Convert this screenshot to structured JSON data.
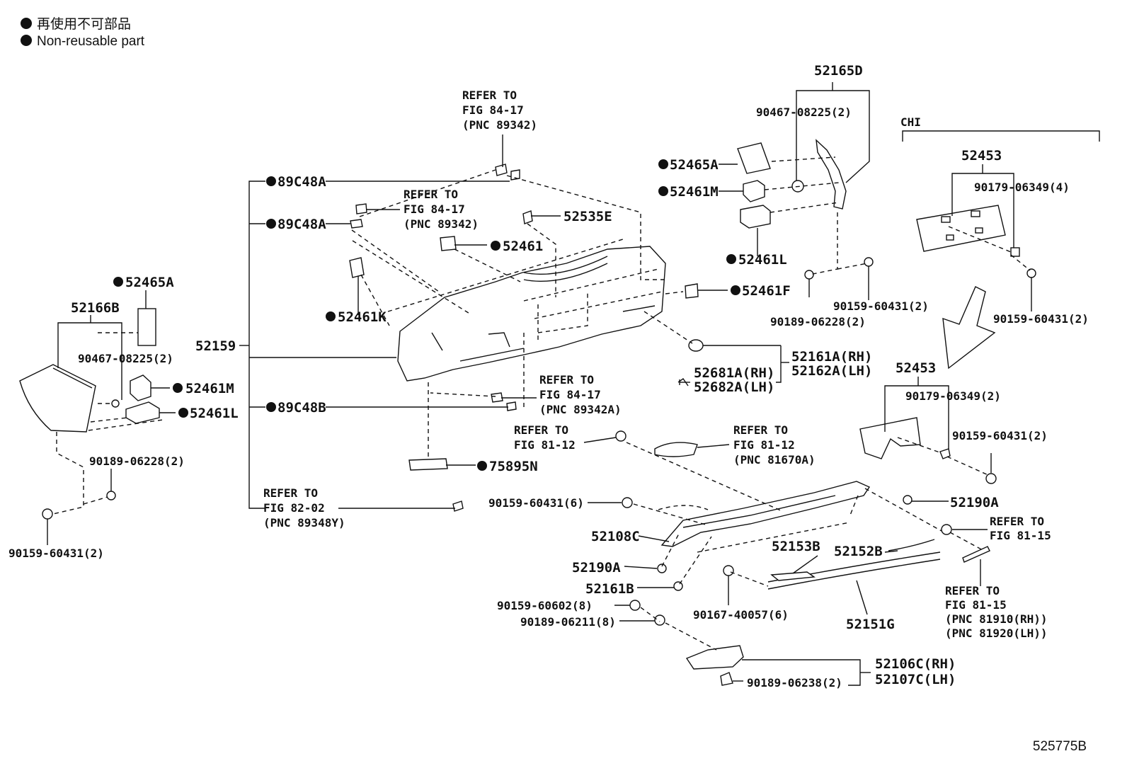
{
  "legend": {
    "jp": "再使用不可部品",
    "en": "Non-reusable part"
  },
  "footer_id": "525775B",
  "labels": {
    "l_52165D": "52165D",
    "l_90467_08225_2_top": "90467-08225(2)",
    "l_52465A_top": "52465A",
    "l_52461M_top": "52461M",
    "l_52461L_top": "52461L",
    "l_90159_60431_2_mid": "90159-60431(2)",
    "l_90189_06228_2_mid": "90189-06228(2)",
    "l_52461F": "52461F",
    "l_52161A_RH": "52161A(RH)",
    "l_52162A_LH": "52162A(LH)",
    "l_52681A_RH": "52681A(RH)",
    "l_52682A_LH": "52682A(LH)",
    "l_CHI": "CHI",
    "l_52453_top": "52453",
    "l_90179_06349_4": "90179-06349(4)",
    "l_90159_60431_2_right": "90159-60431(2)",
    "l_52453_bot": "52453",
    "l_90179_06349_2": "90179-06349(2)",
    "l_90159_60431_2_right2": "90159-60431(2)",
    "l_52190A_right": "52190A",
    "l_refer_8115_a1": "REFER TO",
    "l_refer_8115_a2": "FIG 81-15",
    "l_refer_8115_b1": "REFER TO",
    "l_refer_8115_b2": "FIG 81-15",
    "l_refer_8115_b3": "(PNC 81910(RH))",
    "l_refer_8115_b4": "(PNC 81920(LH))",
    "l_refer_top1": "REFER TO",
    "l_refer_top2": "FIG 84-17",
    "l_refer_top3": "(PNC 89342)",
    "l_89C48A_1": "89C48A",
    "l_89C48A_2": "89C48A",
    "l_refer_mid1": "REFER TO",
    "l_refer_mid2": "FIG 84-17",
    "l_refer_mid3": "(PNC 89342)",
    "l_52535E": "52535E",
    "l_52461": "52461",
    "l_52461K": "52461K",
    "l_52159": "52159",
    "l_89C48B": "89C48B",
    "l_refer_low1": "REFER TO",
    "l_refer_low2": "FIG 84-17",
    "l_refer_low3": "(PNC 89342A)",
    "l_75895N": "75895N",
    "l_refer_8202_1": "REFER TO",
    "l_refer_8202_2": "FIG 82-02",
    "l_refer_8202_3": "(PNC 89348Y)",
    "l_refer_8112_l1": "REFER TO",
    "l_refer_8112_l2": "FIG 81-12",
    "l_refer_8112_r1": "REFER TO",
    "l_refer_8112_r2": "FIG 81-12",
    "l_refer_8112_r3": "(PNC 81670A)",
    "l_90159_60431_6": "90159-60431(6)",
    "l_52108C": "52108C",
    "l_52190A_left": "52190A",
    "l_52161B": "52161B",
    "l_90159_60602_8": "90159-60602(8)",
    "l_90189_06211_8": "90189-06211(8)",
    "l_52153B": "52153B",
    "l_52152B": "52152B",
    "l_90167_40057_6": "90167-40057(6)",
    "l_52151G": "52151G",
    "l_52106C_RH": "52106C(RH)",
    "l_52107C_LH": "52107C(LH)",
    "l_90189_06238_2": "90189-06238(2)",
    "l_52465A_left": "52465A",
    "l_52166B": "52166B",
    "l_90467_08225_2_left": "90467-08225(2)",
    "l_52461M_left": "52461M",
    "l_52461L_left": "52461L",
    "l_90189_06228_2_left": "90189-06228(2)",
    "l_90159_60431_2_left": "90159-60431(2)"
  }
}
